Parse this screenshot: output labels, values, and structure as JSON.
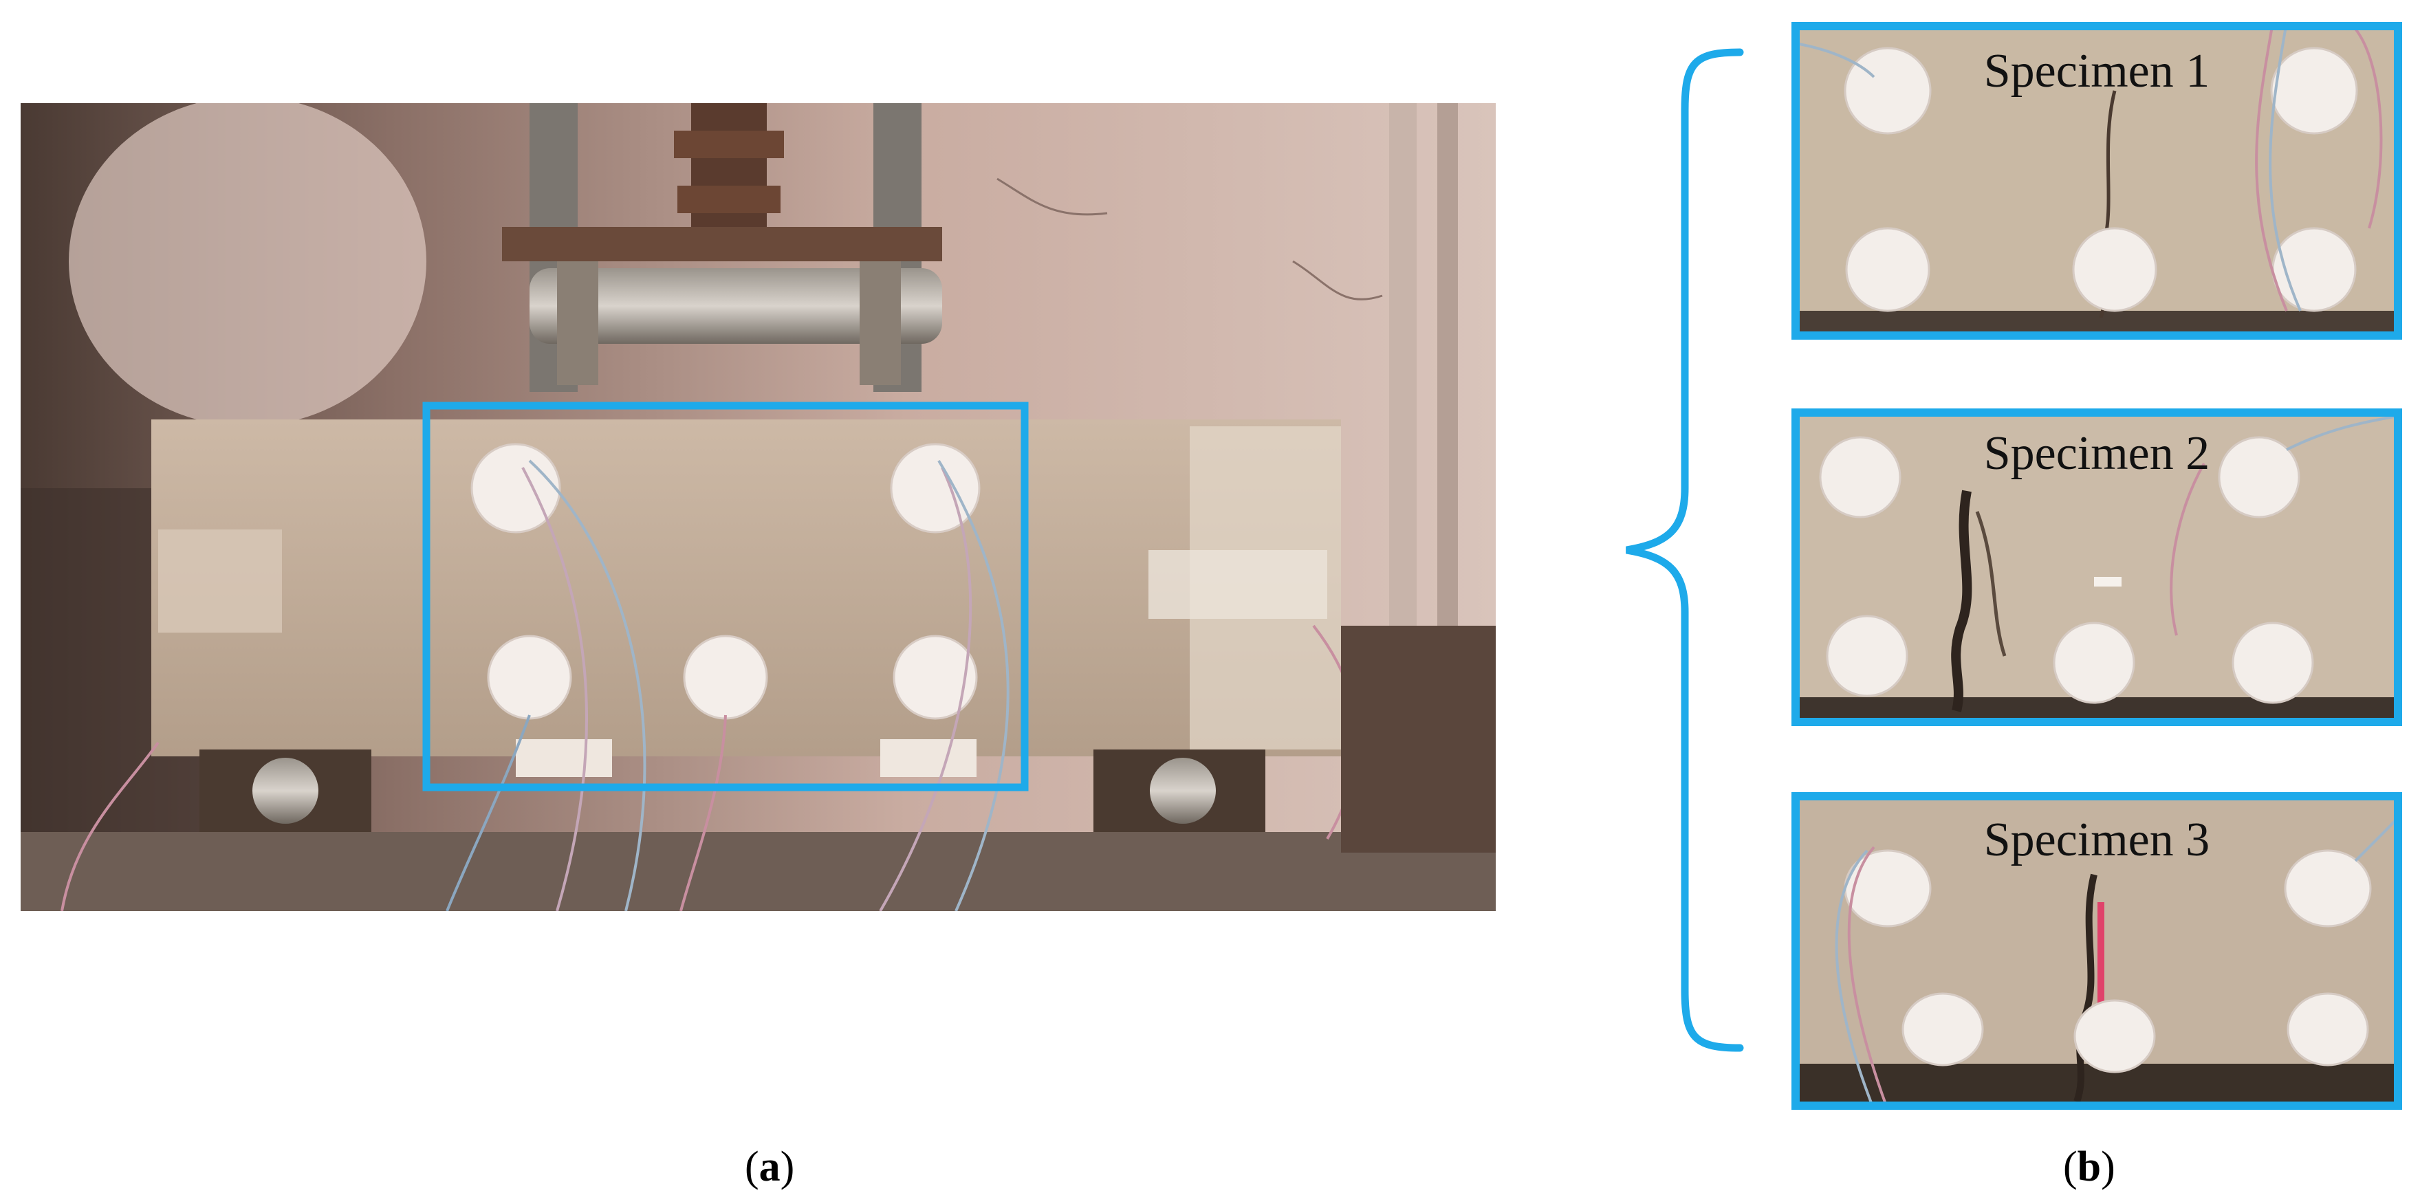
{
  "figure": {
    "accent_color": "#1eaaea",
    "panel_a": {
      "caption_open": "(",
      "caption_letter": "a",
      "caption_close": ")"
    },
    "panel_b": {
      "caption_open": "(",
      "caption_letter": "b",
      "caption_close": ")",
      "specimens": [
        {
          "label": "Specimen 1"
        },
        {
          "label": "Specimen 2"
        },
        {
          "label": "Specimen 3"
        }
      ]
    }
  }
}
